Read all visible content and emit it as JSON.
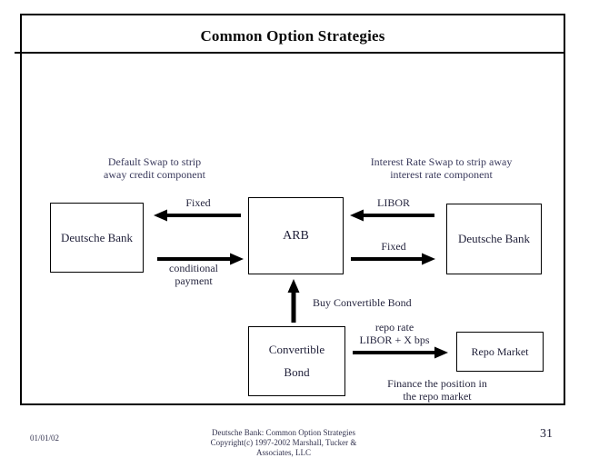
{
  "slide": {
    "title": "Common Option Strategies",
    "date": "01/01/02",
    "page_number": "31",
    "footer": {
      "line1": "Deutsche Bank: Common Option Strategies",
      "line2": "Copyright(c) 1997-2002 Marshall, Tucker &",
      "line3": "Associates, LLC"
    }
  },
  "diagram": {
    "headers": {
      "left": {
        "line1": "Default Swap to strip",
        "line2": "away credit component"
      },
      "right": {
        "line1": "Interest Rate Swap to strip away",
        "line2": "interest rate component"
      }
    },
    "boxes": {
      "deutsche_bank_left": "Deutsche Bank",
      "arb": "ARB",
      "deutsche_bank_right": "Deutsche Bank",
      "convertible_bond": {
        "line1": "Convertible",
        "line2": "Bond"
      },
      "repo_market": "Repo Market"
    },
    "labels": {
      "fixed_left": "Fixed",
      "libor": "LIBOR",
      "fixed_right": "Fixed",
      "conditional_payment": {
        "line1": "conditional",
        "line2": "payment"
      },
      "buy_convertible": "Buy Convertible Bond",
      "repo_rate": {
        "line1": "repo rate",
        "line2": "LIBOR + X bps"
      },
      "finance": {
        "line1": "Finance the position in",
        "line2": "the repo market"
      }
    },
    "colors": {
      "frame_border": "#000000",
      "arrow": "#000000",
      "header_text": "#3a3a5c",
      "body_text": "#1f1f38"
    }
  }
}
